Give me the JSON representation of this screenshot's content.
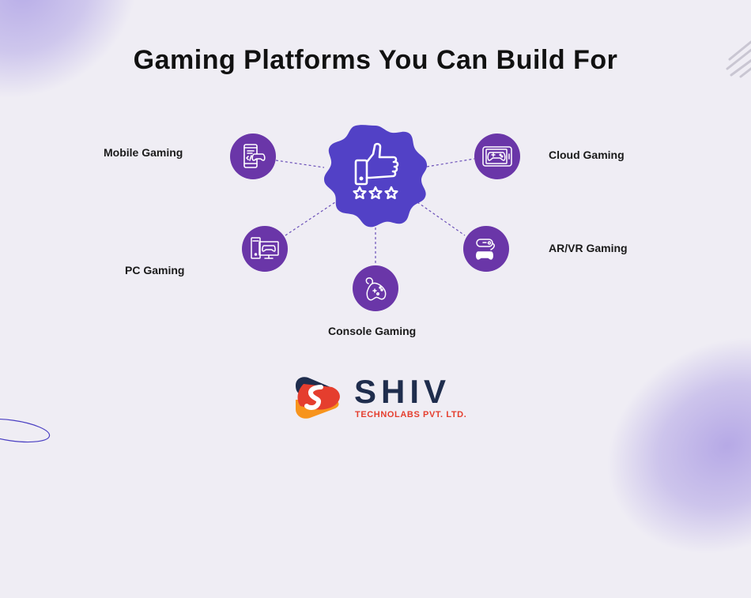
{
  "title": "Gaming Platforms You Can Build For",
  "center": {
    "icon": "thumbs-up-stars-icon",
    "color": "#5241c6"
  },
  "platforms": [
    {
      "label": "Mobile Gaming",
      "icon": "mobile-gamepad-icon"
    },
    {
      "label": "Cloud Gaming",
      "icon": "tablet-gamepad-icon"
    },
    {
      "label": "PC Gaming",
      "icon": "desktop-pc-icon"
    },
    {
      "label": "AR/VR Gaming",
      "icon": "vr-headset-controller-icon"
    },
    {
      "label": "Console Gaming",
      "icon": "console-controller-icon"
    }
  ],
  "node_color": "#6a36a8",
  "brand": {
    "name_main": "SHIV",
    "name_sub": "TECHNOLABS PVT. LTD.",
    "primary": "#1f2d4d",
    "accent": "#e53e2e",
    "orange": "#f7941d"
  }
}
